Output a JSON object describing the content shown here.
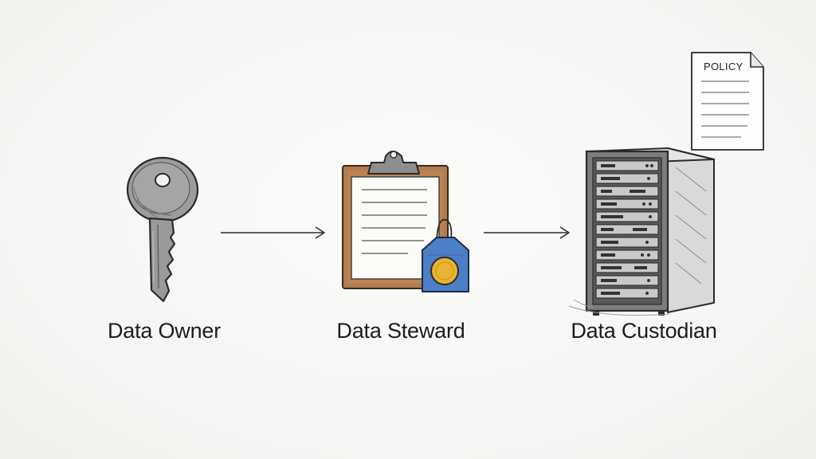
{
  "nodes": [
    {
      "id": "owner",
      "label": "Data Owner",
      "icon": "key-icon"
    },
    {
      "id": "steward",
      "label": "Data Steward",
      "icon": "clipboard-badge-icon"
    },
    {
      "id": "custodian",
      "label": "Data Custodian",
      "icon": "server-rack-icon"
    }
  ],
  "policy_document": {
    "label": "POLICY",
    "icon": "policy-document-icon"
  },
  "edges": [
    {
      "from": "owner",
      "to": "steward"
    },
    {
      "from": "steward",
      "to": "custodian"
    }
  ],
  "colors": {
    "ink": "#2a2a2a",
    "key_fill": "#9a9a9a",
    "clipboard_frame": "#b07a4c",
    "badge_blue": "#4d7fc9",
    "badge_gold": "#e9b431"
  }
}
